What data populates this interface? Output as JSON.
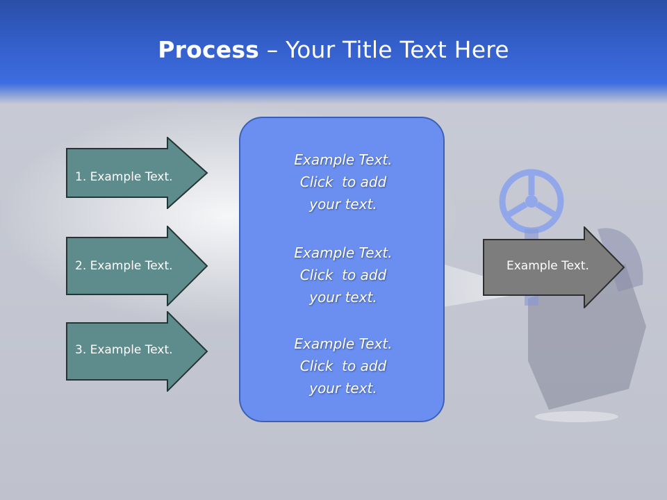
{
  "title": {
    "bold": "Process",
    "rest": " – Your Title Text Here"
  },
  "steps": [
    {
      "label": "1. Example Text."
    },
    {
      "label": "2. Example Text."
    },
    {
      "label": "3. Example Text."
    }
  ],
  "center_blocks": [
    {
      "lines": [
        "Example Text.",
        "Click  to add",
        "your text."
      ]
    },
    {
      "lines": [
        "Example Text.",
        "Click  to add",
        "your text."
      ]
    },
    {
      "lines": [
        "Example Text.",
        "Click  to add",
        "your text."
      ]
    }
  ],
  "output": {
    "label": "Example Text."
  },
  "colors": {
    "step_fill": "#5e8b8b",
    "output_fill": "#7d7d7d",
    "panel_fill": "#6a8ff0",
    "title_bar": "#3a68dc"
  }
}
